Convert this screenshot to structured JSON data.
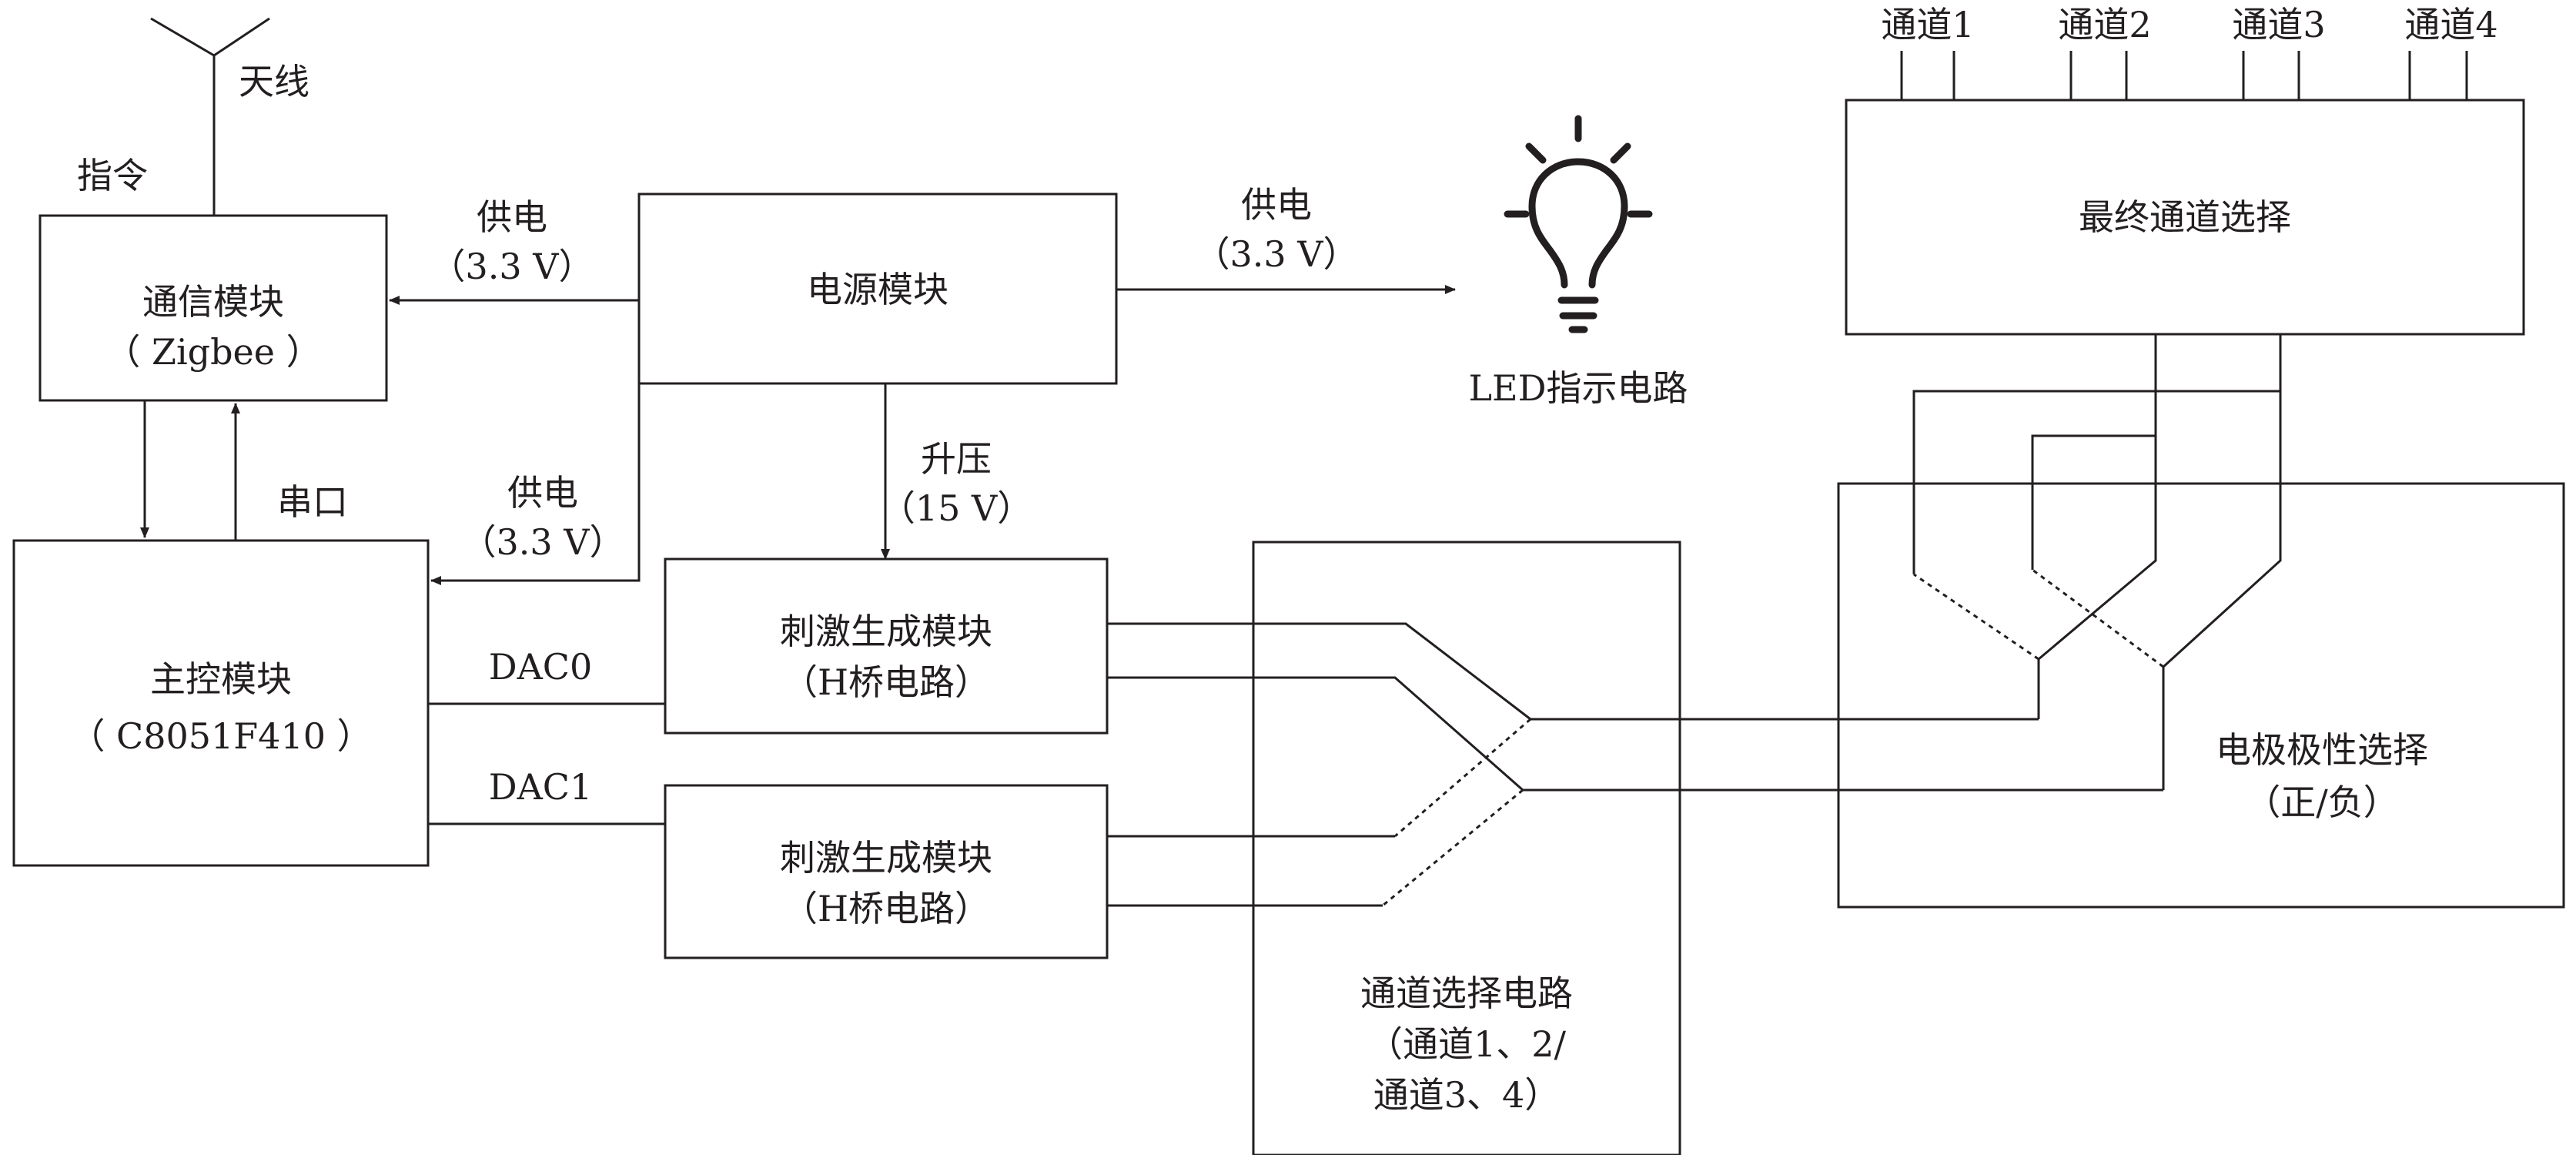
{
  "antenna": {
    "label": "天线"
  },
  "command_label": "指令",
  "comm_module": {
    "title": "通信模块",
    "subtitle": "（ Zigbee ）"
  },
  "main_module": {
    "title": "主控模块",
    "subtitle": "（ C8051F410 ）"
  },
  "power_module": {
    "title": "电源模块"
  },
  "stim_module_1": {
    "title": "刺激生成模块",
    "subtitle": "（H桥电路）"
  },
  "stim_module_2": {
    "title": "刺激生成模块",
    "subtitle": "（H桥电路）"
  },
  "channel_select": {
    "title": "通道选择电路",
    "line2": "（通道1、2/",
    "line3": "通道3、4）"
  },
  "final_channel": {
    "title": "最终通道选择"
  },
  "polarity": {
    "title": "电极极性选择",
    "subtitle": "（正/负）"
  },
  "led": {
    "label": "LED指示电路",
    "icon": "light-bulb-icon"
  },
  "serial_label": "串口",
  "power_to_comm": {
    "label": "供电",
    "value": "（3.3 V）"
  },
  "power_to_main": {
    "label": "供电",
    "value": "（3.3 V）"
  },
  "power_to_led": {
    "label": "供电",
    "value": "（3.3 V）"
  },
  "boost": {
    "label": "升压",
    "value": "（15 V）"
  },
  "dac0_label": "DAC0",
  "dac1_label": "DAC1",
  "channels": [
    "通道1",
    "通道2",
    "通道3",
    "通道4"
  ]
}
